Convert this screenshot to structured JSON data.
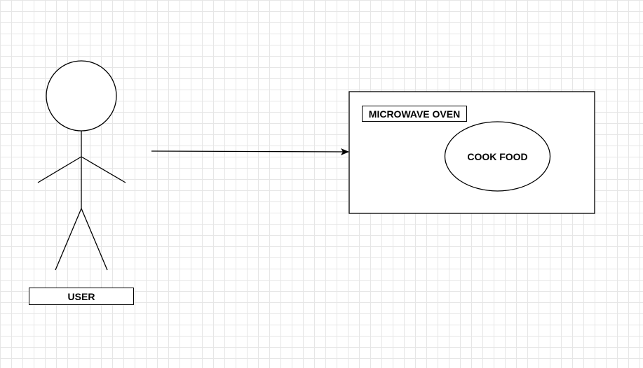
{
  "diagram": {
    "type": "use-case",
    "actor": {
      "label": "USER",
      "icon": "stick-figure-icon"
    },
    "system": {
      "title": "MICROWAVE OVEN"
    },
    "use_case": {
      "label": "COOK FOOD"
    },
    "association": {
      "from": "USER",
      "to": "MICROWAVE OVEN",
      "style": "arrow"
    },
    "colors": {
      "stroke": "#000000",
      "background": "#ffffff",
      "grid": "#e6e6e6"
    },
    "grid": true
  }
}
